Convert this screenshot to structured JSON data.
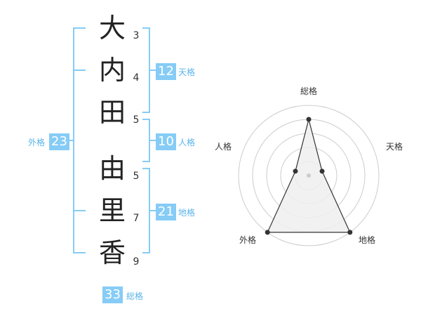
{
  "name": {
    "surname": [
      {
        "char": "大",
        "strokes": "3"
      },
      {
        "char": "内",
        "strokes": "4"
      },
      {
        "char": "田",
        "strokes": "5"
      }
    ],
    "given": [
      {
        "char": "由",
        "strokes": "5"
      },
      {
        "char": "里",
        "strokes": "7"
      },
      {
        "char": "香",
        "strokes": "9"
      }
    ]
  },
  "kaku": {
    "tenkaku": {
      "value": "12",
      "label": "天格"
    },
    "jinkaku": {
      "value": "10",
      "label": "人格"
    },
    "chikaku": {
      "value": "21",
      "label": "地格"
    },
    "gaikaku": {
      "value": "23",
      "label": "外格"
    },
    "soukaku": {
      "value": "33",
      "label": "総格"
    }
  },
  "radar": {
    "axes": [
      "総格",
      "天格",
      "地格",
      "外格",
      "人格"
    ],
    "levels": 5,
    "values": [
      4,
      1,
      5,
      5,
      1
    ]
  },
  "colors": {
    "accent": "#86ccf6",
    "bracket": "#86ccf6",
    "grid": "#cccccc",
    "fill": "#eeeeee",
    "line": "#333333"
  }
}
